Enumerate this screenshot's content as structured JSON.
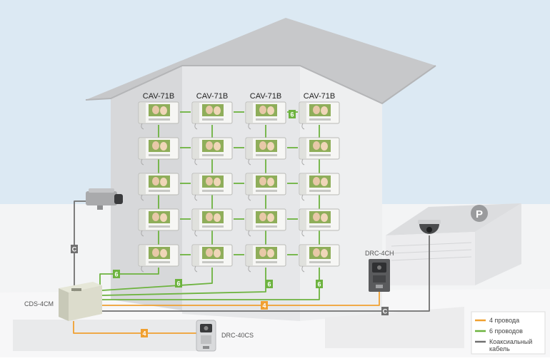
{
  "diagram": {
    "columns": [
      {
        "model": "CAV-71B"
      },
      {
        "model": "CAV-71B"
      },
      {
        "model": "CAV-71B"
      },
      {
        "model": "CAV-71B"
      }
    ],
    "rows_per_column": 5,
    "devices": {
      "distributor": "CDS-4CM",
      "door_station_building": "DRC-4CH",
      "door_station_gate": "DRC-40CS",
      "parking_sign": "P"
    },
    "wire_badges": {
      "six": "6",
      "four": "4",
      "coax": "C"
    },
    "legend": [
      {
        "label": "4 провода",
        "color": "#f0a030"
      },
      {
        "label": "6 проводов",
        "color": "#6db33f"
      },
      {
        "label": "Коаксиальный кабель",
        "label_lines": [
          "Коаксиальный",
          "кабель"
        ],
        "color": "#707070"
      }
    ],
    "colors": {
      "four_wire": "#f0a030",
      "six_wire": "#6db33f",
      "coax": "#707070",
      "sky": "#dce9f3",
      "building": "#e4e5e7",
      "roof": "#c9cacc"
    }
  }
}
